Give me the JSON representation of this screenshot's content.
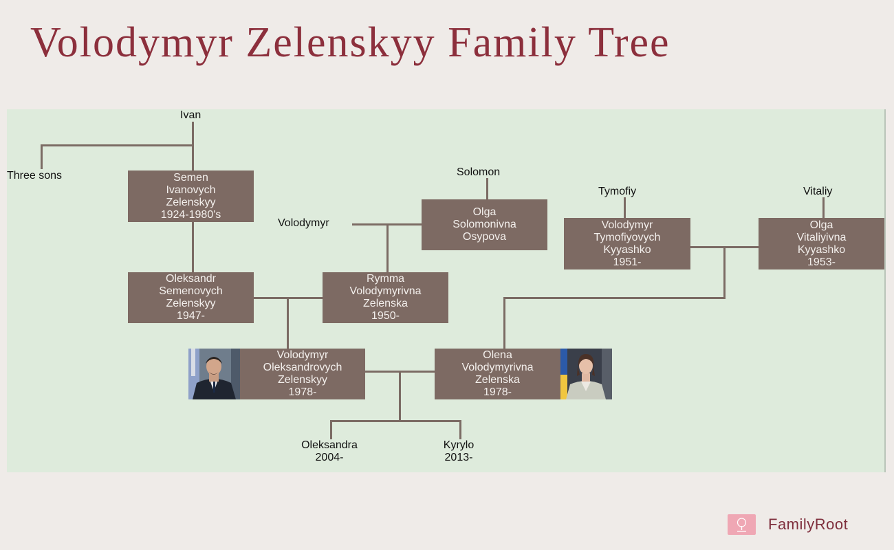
{
  "title": "Volodymyr Zelenskyy Family Tree",
  "colors": {
    "title": "#8c2f3c",
    "panel": "#deebdc",
    "box": "#7d6a63",
    "line": "#7b6b64",
    "brand_icon": "#efa7b4"
  },
  "tree": {
    "ivan": "Ivan",
    "three_sons": "Three sons",
    "semen": {
      "given": "Semen",
      "patronymic": "Ivanovych",
      "surname": "Zelenskyy",
      "years": "1924-1980's"
    },
    "oleksandr": {
      "given": "Oleksandr",
      "patronymic": "Semenovych",
      "surname": "Zelenskyy",
      "years": "1947-"
    },
    "volodymyr_gf": "Volodymyr",
    "solomon": "Solomon",
    "olga_o": {
      "given": "Olga",
      "patronymic": "Solomonivna",
      "surname": "Osypova"
    },
    "rymma": {
      "given": "Rymma",
      "patronymic": "Volodymyrivna",
      "surname": "Zelenska",
      "years": "1950-"
    },
    "tymofiy": "Tymofiy",
    "vitaliy": "Vitaliy",
    "volodymyr_k": {
      "given": "Volodymyr",
      "patronymic": "Tymofiyovych",
      "surname": "Kyyashko",
      "years": "1951-"
    },
    "olga_k": {
      "given": "Olga",
      "patronymic": "Vitaliyivna",
      "surname": "Kyyashko",
      "years": "1953-"
    },
    "volodymyr_z": {
      "given": "Volodymyr",
      "patronymic": "Oleksandrovych",
      "surname": "Zelenskyy",
      "years": "1978-"
    },
    "olena": {
      "given": "Olena",
      "patronymic": "Volodymyrivna",
      "surname": "Zelenska",
      "years": "1978-"
    },
    "oleksandra": {
      "name": "Oleksandra",
      "years": "2004-"
    },
    "kyrylo": {
      "name": "Kyrylo",
      "years": "2013-"
    }
  },
  "brand": {
    "name": "FamilyRoot",
    "icon": "tree-logo-icon"
  }
}
